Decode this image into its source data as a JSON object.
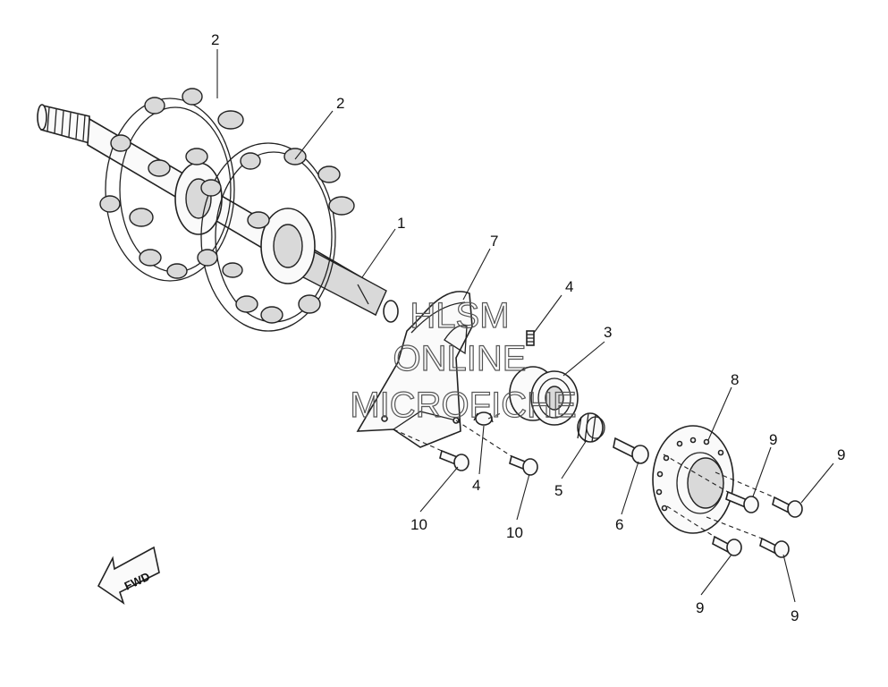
{
  "callouts": {
    "c1": "1",
    "c2a": "2",
    "c2b": "2",
    "c3": "3",
    "c4a": "4",
    "c4b": "4",
    "c5": "5",
    "c6": "6",
    "c7": "7",
    "c8": "8",
    "c9a": "9",
    "c9b": "9",
    "c9c": "9",
    "c9d": "9",
    "c10a": "10",
    "c10b": "10"
  },
  "fwd_label": "FWD",
  "watermark": {
    "line1": "HLSM",
    "line2": "ONLINE",
    "line3": "MICROFICHE"
  },
  "colors": {
    "line": "#222222",
    "watermark": "#555555",
    "background": "#ffffff"
  }
}
